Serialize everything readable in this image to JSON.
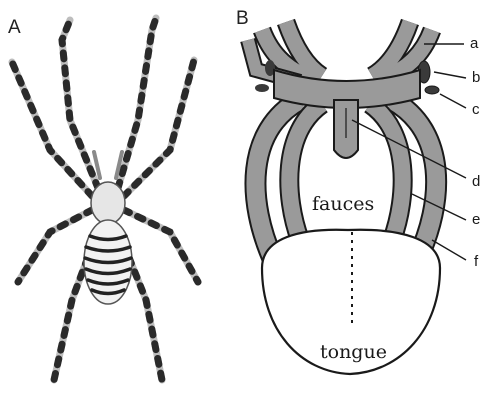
{
  "figure": {
    "panel_a_label": "A",
    "panel_b_label": "B",
    "callouts": [
      "a",
      "b",
      "c",
      "d",
      "e",
      "f"
    ],
    "fauces_label": "fauces",
    "tongue_label": "tongue"
  },
  "colors": {
    "ink": "#1a1a1a",
    "tissue_gray": "#9a9a9a",
    "tongue_fill": "#ffffff"
  }
}
